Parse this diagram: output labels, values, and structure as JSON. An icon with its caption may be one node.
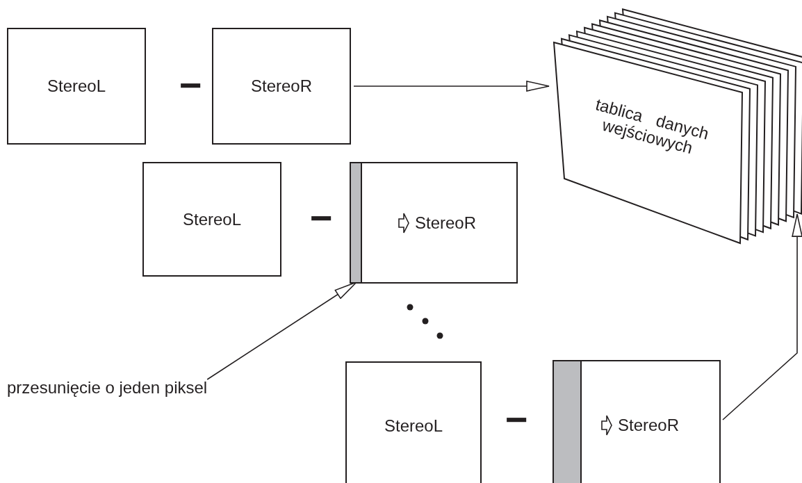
{
  "diagram": {
    "nodes": [
      {
        "text": [
          "StereoL"
        ]
      },
      {
        "text": [
          "StereoR"
        ]
      },
      {
        "text": [
          "tablica danych wejściowych"
        ]
      },
      {
        "text": [
          "StereoL"
        ]
      },
      {
        "text": [
          "StereoR"
        ]
      },
      {
        "text": [],
        "shape": "bar",
        "in": 4
      },
      {
        "text": [
          "przesunięcie o jeden piksel"
        ]
      },
      {
        "text": [
          "StereoL"
        ]
      },
      {
        "text": [
          "StereoR"
        ]
      },
      {
        "text": [],
        "shape": "bar",
        "in": 8
      }
    ],
    "edges": [
      {
        "from": 1,
        "to": 2,
        "arrow": "to"
      },
      {
        "from": 6,
        "to": 5,
        "arrow": "to"
      },
      {
        "from": 8,
        "to": 2,
        "arrow": "to"
      }
    ],
    "labels": [
      "−",
      "−",
      "−"
    ]
  }
}
